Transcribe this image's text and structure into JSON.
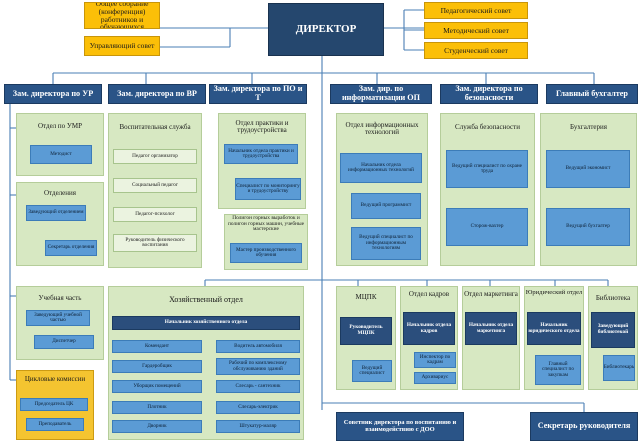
{
  "top": {
    "general_meeting": "Общее собрание (конференция) работников и обучающихся",
    "managing_council": "Управляющий совет",
    "director": "ДИРЕКТОР",
    "ped_council": "Педагогический совет",
    "method_council": "Методический совет",
    "student_council": "Студенческий совет"
  },
  "deputies": {
    "umr": "Зам. директора по УР",
    "vr": "Зам. директора по ВР",
    "pot": "Зам. директора по ПО и Т",
    "it": "Зам. дир. по информатизации ОП",
    "sec": "Зам. директора по безопасности",
    "acc": "Главный бухгалтер"
  },
  "ur": {
    "umr_dept": "Отдел по УМР",
    "methodist": "Методист",
    "departments": "Отделения",
    "dept_head": "Заведующий отделением",
    "dept_secretary": "Секретарь отделения",
    "study_part": "Учебная часть",
    "study_head": "Заведующий учебной частью",
    "dispatcher": "Диспетчер",
    "cycle_commissions": "Цикловые комиссии",
    "cc_chair": "Председатель ЦК",
    "teacher": "Преподаватель"
  },
  "vr": {
    "service": "Воспитательная служба",
    "ped_org": "Педагог организатор",
    "social_ped": "Социальный педагог",
    "ped_psych": "Педагог-психолог",
    "pe_head": "Руководитель физического воспитания"
  },
  "pot": {
    "dept": "Отдел практики и трудоустройства",
    "head": "Начальник отдела практики и трудоустройства",
    "specialist": "Специалист по мониторингу и трудоустройству",
    "polygon": "Полигон горных выработок и полигон горных машин, учебные мастерские",
    "master": "Мастер производственного обучения"
  },
  "it": {
    "dept": "Отдел информационных технологий",
    "head": "Начальник отдела информационных технологий",
    "programmer": "Ведущий программист",
    "lead_spec": "Ведущий специалист по информационным технологиям"
  },
  "sec": {
    "service": "Служба безопасности",
    "labor_spec": "Ведущий специалист по охране труда",
    "guard": "Сторож-вахтер"
  },
  "acc": {
    "dept": "Бухгалтерия",
    "economist": "Ведущий экономист",
    "accountant": "Ведущий бухгалтер"
  },
  "eco": {
    "title": "Хозяйственный отдел",
    "head": "Начальник хозяйственного отдела",
    "left": [
      "Комендант",
      "Гардеробщик",
      "Уборщик помещений",
      "Плотник",
      "Дворник"
    ],
    "right": [
      "Водитель автомобиля",
      "Рабочий по комплексному обслуживанию зданий",
      "Слесарь - сантехник",
      "Слесарь-электрик",
      "Штукатур-маляр"
    ]
  },
  "mcpk": {
    "title": "МЦПК",
    "head": "Руководитель МЦПК",
    "lead": "Ведущий специалист"
  },
  "hr": {
    "title": "Отдел кадров",
    "head": "Начальник отдела кадров",
    "inspector": "Инспектор по кадрам",
    "archivist": "Архивариус"
  },
  "mkt": {
    "title": "Отдел маркетинга",
    "head": "Начальник отдела маркетинга"
  },
  "law": {
    "title": "Юридический отдел",
    "head": "Начальник юридического отдела",
    "lead": "Главный специалист по закупкам"
  },
  "lib": {
    "title": "Библиотека",
    "head": "Заведующий библиотекой",
    "librarian": "Библиотекарь"
  },
  "bottom": {
    "advisor": "Советник директора по воспитанию и взаимодействию с ДОО",
    "secretary": "Секретарь руководителя"
  },
  "colors": {
    "gold": "#fbbf08",
    "director": "#25476e",
    "deputy": "#2a5487",
    "green": "#d7e8c2",
    "blue": "#5b9bd5",
    "line": "#4a7fb5"
  }
}
